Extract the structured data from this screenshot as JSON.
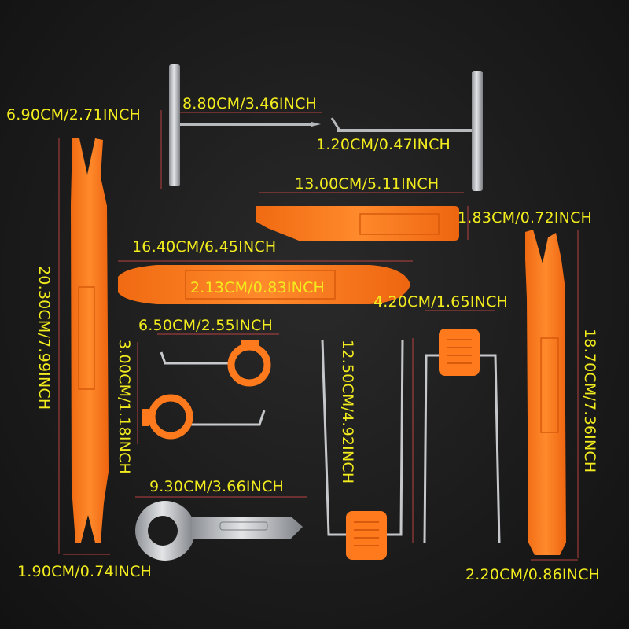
{
  "colors": {
    "background": "#1c1c1c",
    "label_text": "#f2ec1e",
    "tool_orange": "#ff7a1c",
    "metal": "#b9bcc0",
    "dimension_line": "#d44a4a"
  },
  "labels": {
    "t_tool_height": "6.90CM/2.71INCH",
    "t_tool_length": "8.80CM/3.46INCH",
    "t_tool_hook": "1.20CM/0.47INCH",
    "short_pry_length": "13.00CM/5.11INCH",
    "short_pry_width": "1.83CM/0.72INCH",
    "long_pry_length": "16.40CM/6.45INCH",
    "long_pry_width": "2.13CM/0.83INCH",
    "fork_left_length": "20.30CM/7.99INCH",
    "fork_left_width": "1.90CM/0.74INCH",
    "fork_right_length": "18.70CM/7.36INCH",
    "fork_right_width": "2.20CM/0.86INCH",
    "ring_hook_length": "6.50CM/2.55INCH",
    "ring_hook_diameter": "3.00CM/1.18INCH",
    "u_tool_width": "4.20CM/1.65INCH",
    "u_tool_length": "12.50CM/4.92INCH",
    "wrench_length": "9.30CM/3.66INCH"
  }
}
